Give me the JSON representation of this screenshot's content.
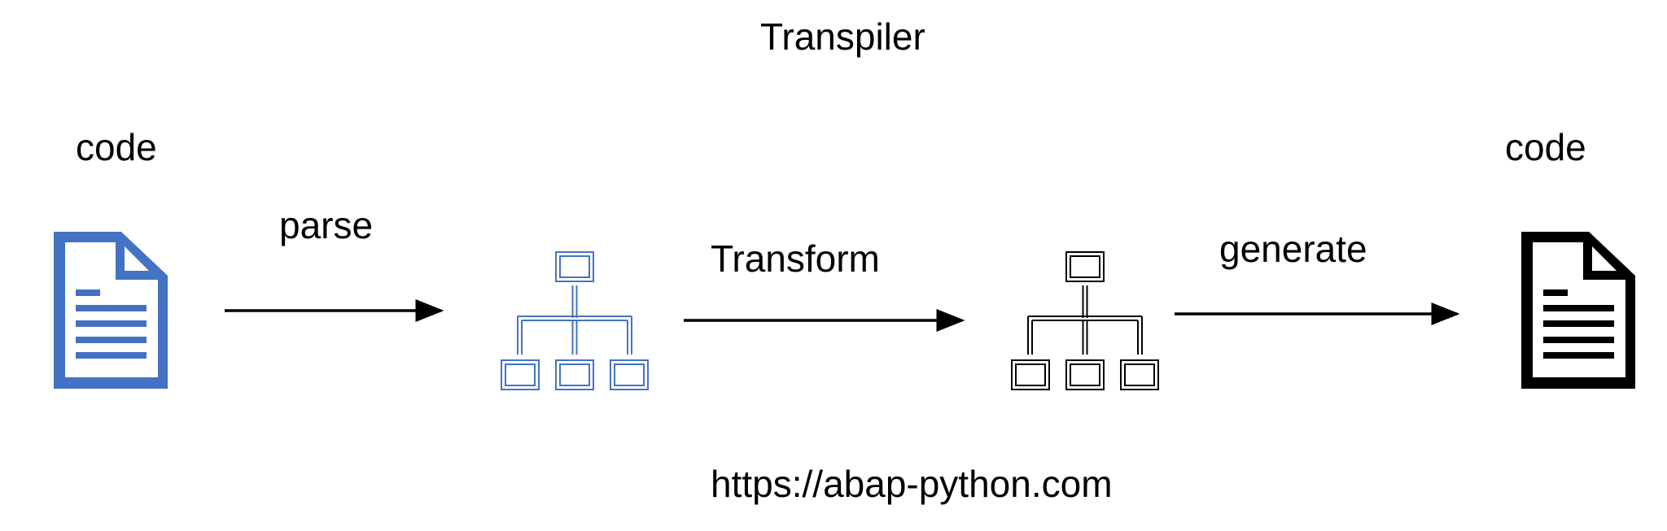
{
  "title": "Transpiler",
  "source_label": "code",
  "target_label": "code",
  "steps": {
    "parse": "parse",
    "transform": "Transform",
    "generate": "generate"
  },
  "footer_url": "https://abap-python.com",
  "icons": {
    "source_doc": "document-icon",
    "ast_before": "tree-hierarchy-icon",
    "ast_after": "tree-hierarchy-icon",
    "target_doc": "document-icon"
  },
  "colors": {
    "source": "#4472C4",
    "target": "#000000"
  }
}
